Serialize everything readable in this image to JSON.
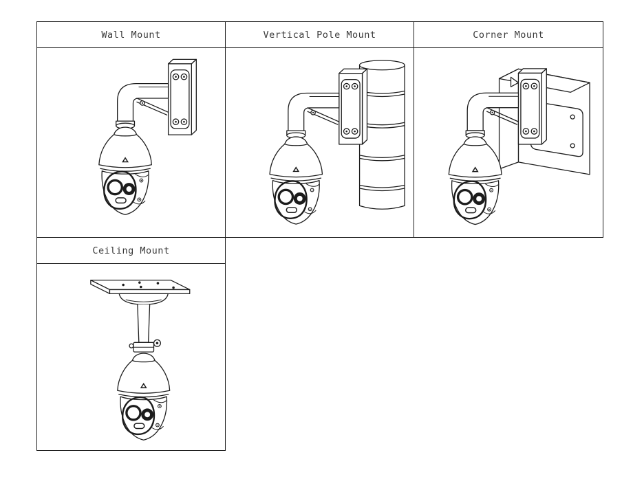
{
  "document": {
    "background_color": "#ffffff",
    "line_color": "#1c1c1c",
    "header_text_color": "#3a3a3a"
  },
  "mount_table": {
    "cells": [
      {
        "label": "Wall Mount",
        "illustration": "wall-mount"
      },
      {
        "label": "Vertical Pole Mount",
        "illustration": "vertical-pole-mount"
      },
      {
        "label": "Corner Mount",
        "illustration": "corner-mount"
      },
      {
        "label": "Ceiling Mount",
        "illustration": "ceiling-mount"
      }
    ]
  }
}
